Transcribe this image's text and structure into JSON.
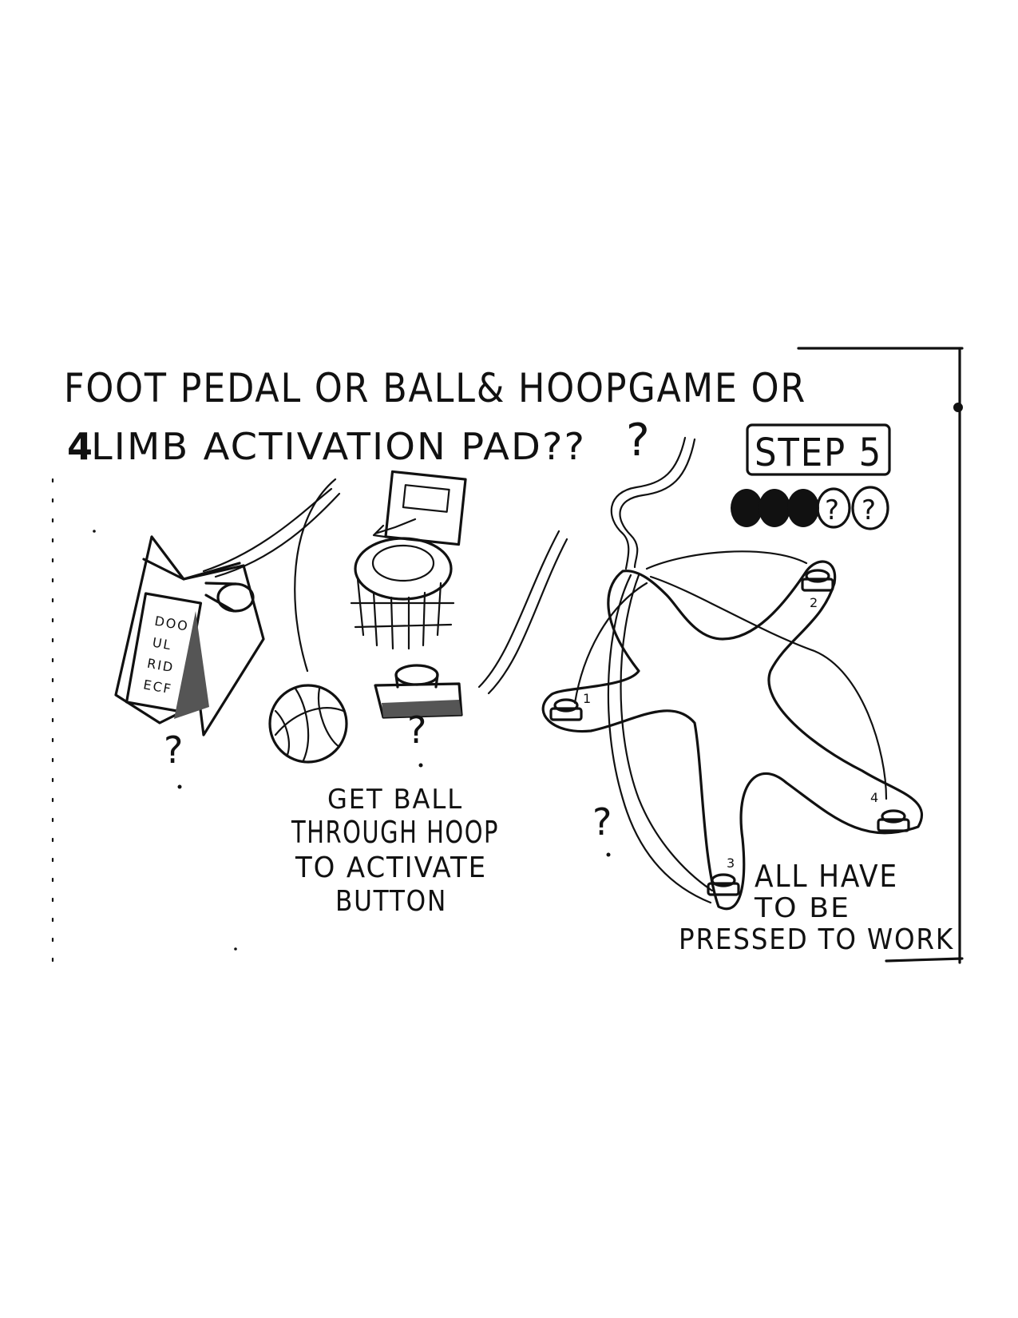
{
  "title": {
    "line1": "FOOT PEDAL OR BALL& HOOPGAME OR",
    "line2_number": "4",
    "line2_rest": "LIMB ACTIVATION PAD??",
    "extra_mark": "?"
  },
  "step_label": "STEP 5",
  "progress_tokens": {
    "filled": 3,
    "unknown": 2,
    "unknown_symbol": "?"
  },
  "question_marks": [
    "?",
    "?",
    "?"
  ],
  "ball_hoop_caption": [
    "GET BALL",
    "THROUGH HOOP",
    "TO ACTIVATE",
    "BUTTON"
  ],
  "pad_caption": [
    "ALL HAVE",
    "TO BE",
    "PRESSED TO WORK"
  ],
  "pad_button_numbers": [
    "1",
    "2",
    "3",
    "4"
  ],
  "pedal_panel_text": [
    "DOO",
    "UL",
    "RID",
    "ECF"
  ]
}
